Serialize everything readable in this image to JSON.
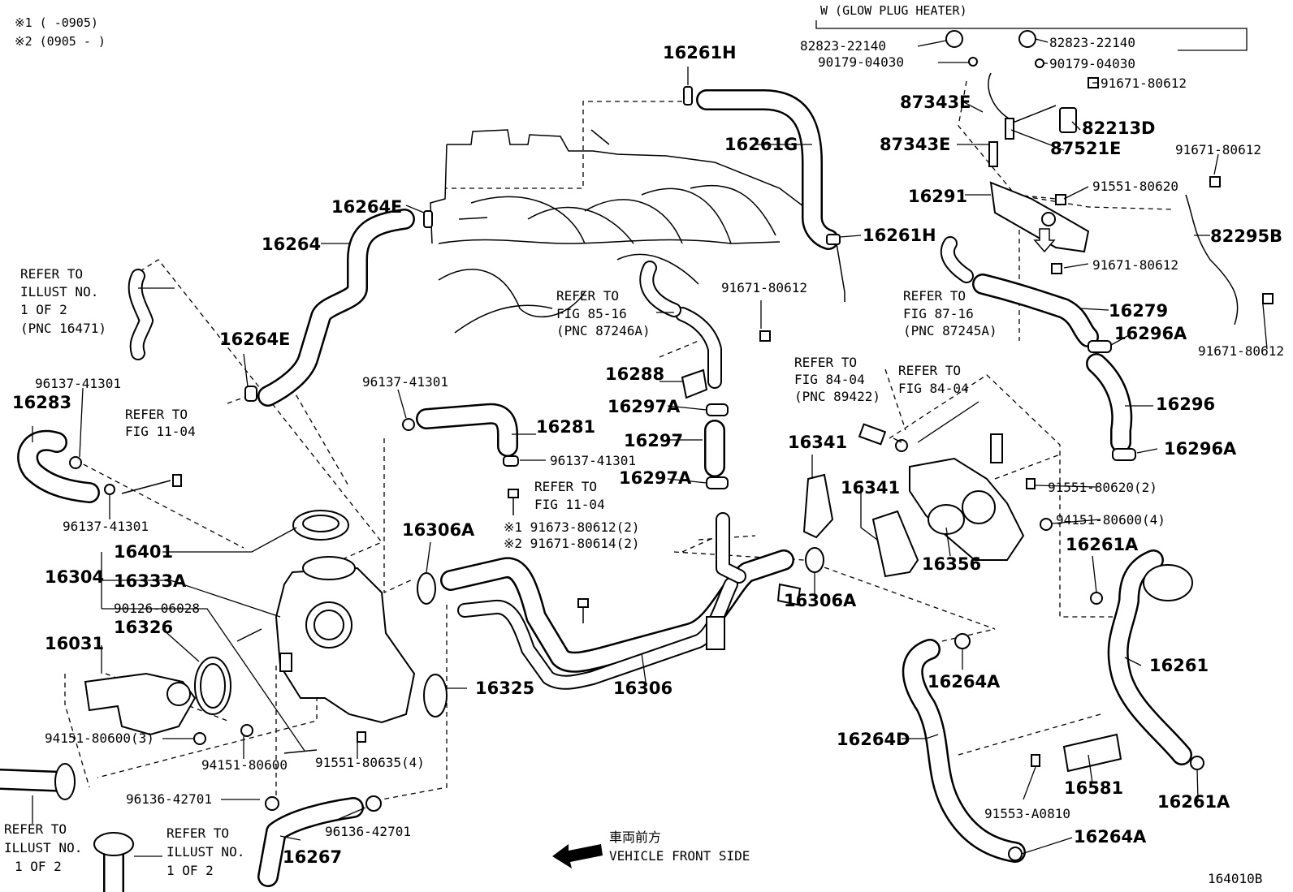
{
  "notes": {
    "n1": "※1 (       -0905)",
    "n2": "※2 (0905 -       )"
  },
  "header": {
    "glow_plug": "W (GLOW PLUG HEATER)"
  },
  "labels": {
    "l16261H_top": "16261H",
    "l16261G": "16261G",
    "l16264E_top": "16264E",
    "l16264": "16264",
    "l16264E_left": "16264E",
    "l16283": "16283",
    "l16288": "16288",
    "l16281": "16281",
    "l16297A_top": "16297A",
    "l16297": "16297",
    "l16297A_bot": "16297A",
    "l16401": "16401",
    "l16304": "16304",
    "l16333A": "16333A",
    "l16031": "16031",
    "l16326": "16326",
    "l16306A_left": "16306A",
    "l16325": "16325",
    "l16306": "16306",
    "l16267": "16267",
    "l16261H_mid": "16261H",
    "l87343E_1": "87343E",
    "l87343E_2": "87343E",
    "l82213D": "82213D",
    "l87521E": "87521E",
    "l16291": "16291",
    "l82295B": "82295B",
    "l16279": "16279",
    "l16296A_top": "16296A",
    "l16296": "16296",
    "l16296A_bot": "16296A",
    "l16341_a": "16341",
    "l16341_b": "16341",
    "l16356": "16356",
    "l16306A_right": "16306A",
    "l16261A_top": "16261A",
    "l16261": "16261",
    "l16264A_mid": "16264A",
    "l16264D": "16264D",
    "l16581": "16581",
    "l16261A_bot": "16261A",
    "l16264A_bot": "16264A"
  },
  "part_numbers": {
    "p82823_left": "82823-22140",
    "p90179_left": "90179-04030",
    "p82823_right": "82823-22140",
    "p90179_right": "90179-04030",
    "p91671_80612_a": "91671-80612",
    "p91671_80612_b": "91671-80612",
    "p91551_80620": "91551-80620",
    "p91671_80612_c": "91671-80612",
    "p91671_80612_d": "91671-80612",
    "p91671_80612_e": "91671-80612",
    "p96137_41301_a": "96137-41301",
    "p96137_41301_b": "96137-41301",
    "p96137_41301_c": "96137-41301",
    "p96137_41301_d": "96137-41301",
    "p91673": "※1 91673-80612(2)",
    "p91671_80614": "※2 91671-80614(2)",
    "p90126": "90126-06028",
    "p94151_80600_3": "94151-80600(3)",
    "p94151_80600": "94151-80600",
    "p91551_80635": "91551-80635(4)",
    "p96136_42701_a": "96136-42701",
    "p96136_42701_b": "96136-42701",
    "p91551_80620_2": "91551-80620(2)",
    "p94151_80600_4": "94151-80600(4)",
    "p91553": "91553-A0810"
  },
  "refs": {
    "illust_top": [
      "REFER TO",
      "ILLUST NO.",
      "1 OF 2",
      "(PNC 16471)"
    ],
    "fig_11_04_a": [
      "REFER TO",
      "FIG 11-04"
    ],
    "fig_11_04_b": [
      "REFER TO",
      "FIG 11-04"
    ],
    "fig_85_16": [
      "REFER TO",
      "FIG 85-16",
      "(PNC 87246A)"
    ],
    "fig_87_16": [
      "REFER TO",
      "FIG 87-16",
      "(PNC 87245A)"
    ],
    "fig_84_04_a": [
      "REFER TO",
      "FIG 84-04",
      "(PNC 89422)"
    ],
    "fig_84_04_b": [
      "REFER TO",
      "FIG 84-04"
    ],
    "illust_bl": [
      "REFER TO",
      "ILLUST NO.",
      "1 OF 2"
    ],
    "illust_bm": [
      "REFER TO",
      "ILLUST NO.",
      "1 OF 2"
    ]
  },
  "footer": {
    "front_jp": "車両前方",
    "front_en": "VEHICLE FRONT SIDE",
    "figure_id": "164010B"
  }
}
